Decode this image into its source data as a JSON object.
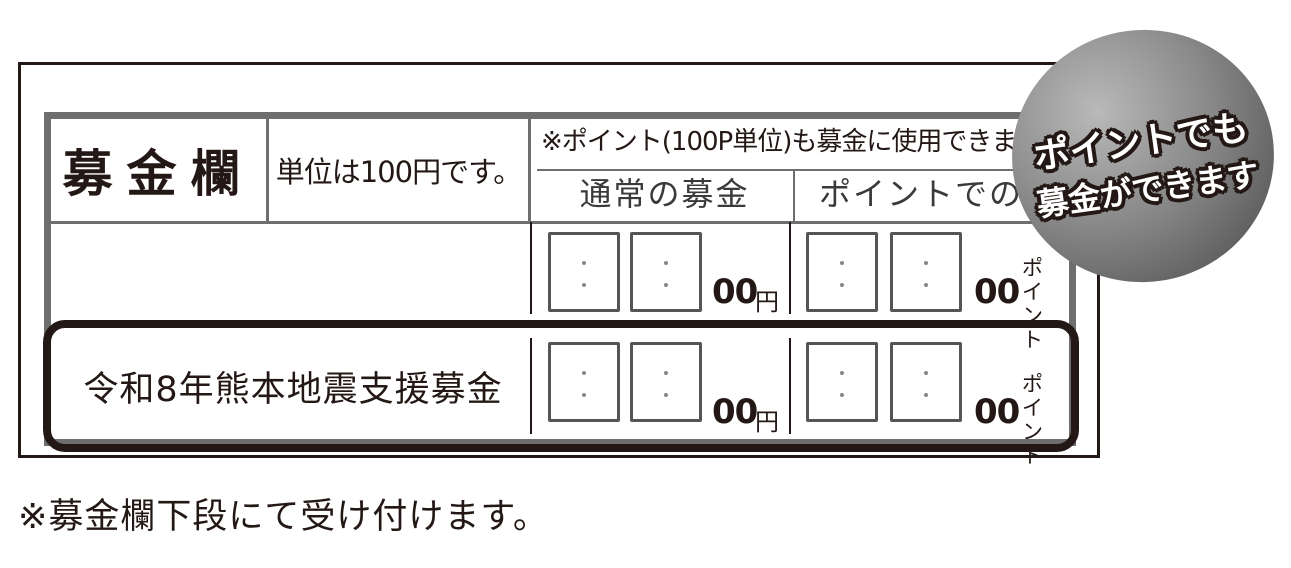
{
  "form": {
    "title": "募金欄",
    "unit_note": "単位は100円です。",
    "point_note": "※ポイント(100P単位)も募金に使用できます。",
    "col_normal": "通常の募金",
    "col_point": "ポイントでの募金"
  },
  "rows": [
    {
      "name": "",
      "zeros": "00",
      "yen": "円",
      "pt_zeros": "00",
      "pt_unit_top": "ポイ",
      "pt_unit_bottom": "ント"
    },
    {
      "name": "令和8年熊本地震支援募金",
      "zeros": "00",
      "yen": "円",
      "pt_zeros": "00",
      "pt_unit_top": "ポイ",
      "pt_unit_bottom": "ント"
    }
  ],
  "badge": {
    "line1": "ポイントでも",
    "line2": "募金ができます"
  },
  "footnote": "※募金欄下段にて受け付けます。"
}
